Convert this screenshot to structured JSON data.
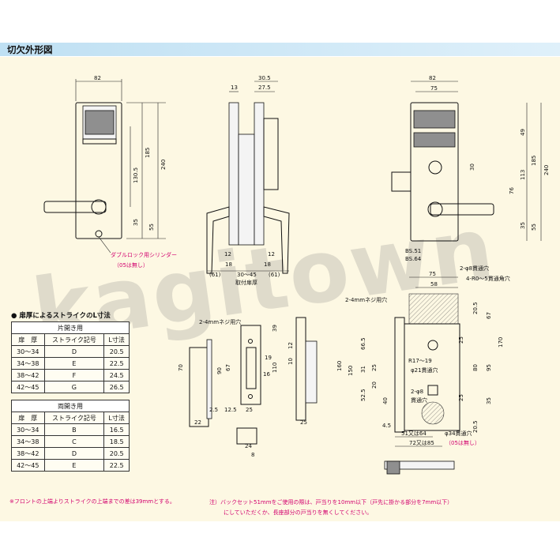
{
  "header": {
    "title": "切欠外形図"
  },
  "watermark": "kagitown",
  "front": {
    "w82": "82",
    "h185": "185",
    "h240": "240",
    "h1305": "130.5",
    "h35": "35",
    "h55": "55",
    "cyl_label": "ダブルロック用シリンダー",
    "cyl_note": "（05は無し）"
  },
  "side": {
    "d13": "13",
    "d305": "30.5",
    "d275": "27.5",
    "d12a": "12",
    "d12b": "12",
    "d18a": "18",
    "d18b": "18",
    "d61a": "(61)",
    "d3045": "30～45",
    "d61b": "(61)",
    "thick_label": "取付扉厚"
  },
  "back": {
    "w82": "82",
    "w75": "75",
    "h49": "49",
    "h30": "30",
    "h113": "113",
    "h185": "185",
    "h240": "240",
    "h76": "76",
    "h55": "55",
    "h35": "35",
    "bs51": "BS.51",
    "bs64": "BS.64"
  },
  "cutout": {
    "w75": "75",
    "w58": "58",
    "hole_note": "2-φ8貫通穴",
    "sq_note": "4-R0～5貫通角穴",
    "screw_note": "2-4mmネジ用穴",
    "h205a": "20.5",
    "h67": "67",
    "h170": "170",
    "h150": "150",
    "h160": "160",
    "h665": "66.5",
    "h31": "31",
    "h25a": "25",
    "h525": "52.5",
    "h20": "20",
    "h40": "40",
    "r": "R17～19",
    "phi21": "φ21貫通穴",
    "h80": "80",
    "h95": "95",
    "h35b": "35",
    "h205b": "20.5",
    "h25b": "25",
    "h25c": "25",
    "phi8": "2-φ8",
    "thru": "貫通穴",
    "phi34": "φ34貫通穴",
    "d45": "4.5",
    "d51": "51又は64",
    "d72": "72又は85",
    "note05": "（05は無し）"
  },
  "strike": {
    "screw_note": "2-4mmネジ用穴",
    "d39": "39",
    "d12": "12",
    "d10": "10",
    "d16": "16",
    "d110": "110",
    "d90": "90",
    "d67": "67",
    "d19": "19",
    "d70": "70",
    "d25a": "2.5",
    "d125": "12.5",
    "d25b": "25",
    "d22": "22",
    "d24": "24",
    "d25c": "25",
    "d8": "8"
  },
  "tables": {
    "title": "扉厚によるストライクのL寸法",
    "single": {
      "caption": "片開き用",
      "headers": [
        "扉　厚",
        "ストライク記号",
        "L寸法"
      ],
      "rows": [
        [
          "30～34",
          "D",
          "20.5"
        ],
        [
          "34～38",
          "E",
          "22.5"
        ],
        [
          "38～42",
          "F",
          "24.5"
        ],
        [
          "42～45",
          "G",
          "26.5"
        ]
      ]
    },
    "double": {
      "caption": "両開き用",
      "headers": [
        "扉　厚",
        "ストライク記号",
        "L寸法"
      ],
      "rows": [
        [
          "30～34",
          "B",
          "16.5"
        ],
        [
          "34～38",
          "C",
          "18.5"
        ],
        [
          "38～42",
          "D",
          "20.5"
        ],
        [
          "42～45",
          "E",
          "22.5"
        ]
      ]
    }
  },
  "footnotes": {
    "left": "※フロントの上端よりストライクの上端までの差は39mmとする。",
    "right1": "注）バックセット51mmをご使用の際は、戸当りを10mm以下（戸先に掛かる部分を7mm以下）",
    "right2": "にしていただくか、長座部分の戸当りを無くしてください。"
  }
}
